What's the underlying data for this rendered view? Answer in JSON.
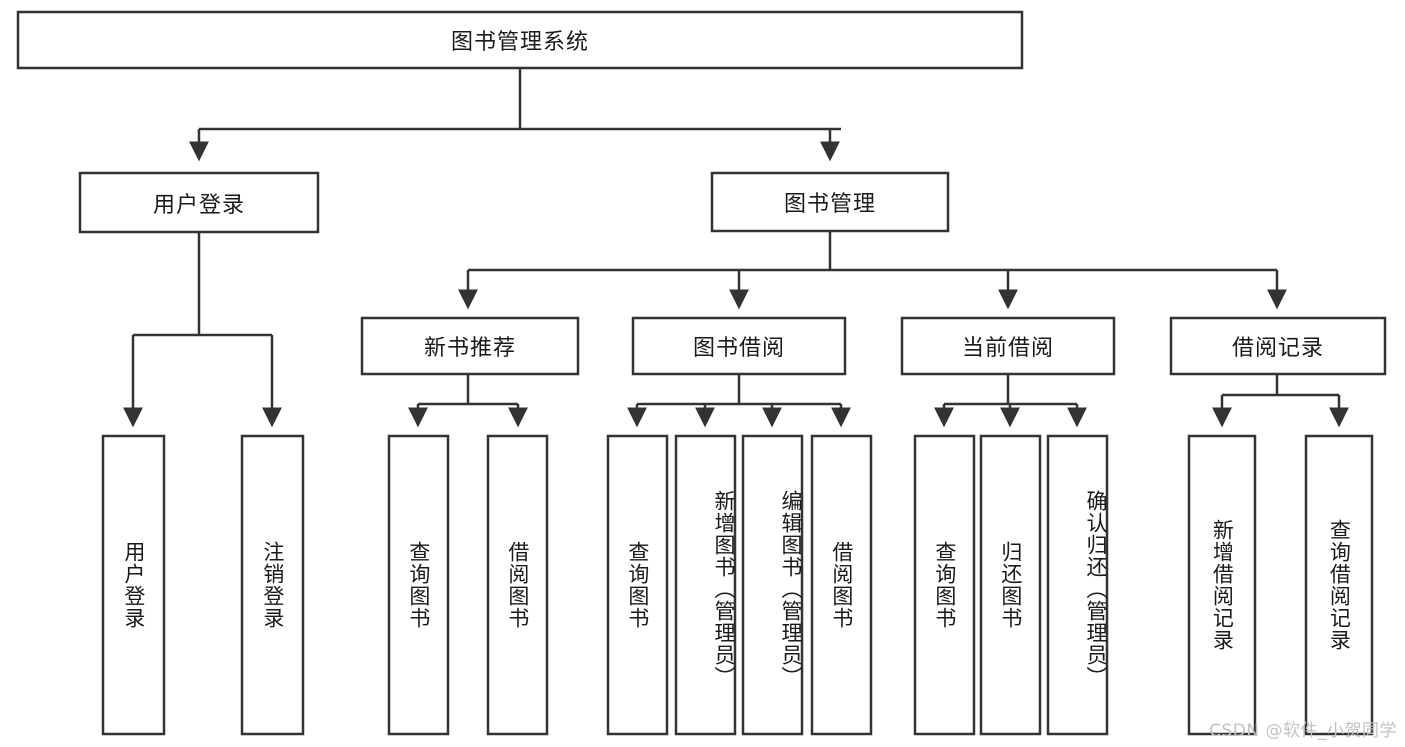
{
  "diagram": {
    "title": "图书管理系统",
    "type": "tree-hierarchy",
    "orientation": "top-down",
    "style": {
      "box_fill": "#ffffff",
      "box_stroke": "#333333",
      "text_color": "#1a1a1a",
      "background": "#ffffff",
      "watermark_color": "#c2c2c2"
    },
    "root": {
      "label": "图书管理系统",
      "level": 0
    },
    "level1": [
      {
        "label": "用户登录",
        "level": 1
      },
      {
        "label": "图书管理",
        "level": 1
      }
    ],
    "level2": [
      {
        "label": "新书推荐",
        "parent": "图书管理"
      },
      {
        "label": "图书借阅",
        "parent": "图书管理"
      },
      {
        "label": "当前借阅",
        "parent": "图书管理"
      },
      {
        "label": "借阅记录",
        "parent": "图书管理"
      }
    ],
    "leaves": {
      "user_login": [
        {
          "label": "用户登录"
        },
        {
          "label": "注销登录"
        }
      ],
      "new_book_recommend": [
        {
          "label": "查询图书"
        },
        {
          "label": "借阅图书"
        }
      ],
      "book_borrow": [
        {
          "label": "查询图书"
        },
        {
          "label": "新增图书（管理员）"
        },
        {
          "label": "编辑图书（管理员）"
        },
        {
          "label": "借阅图书"
        }
      ],
      "current_borrow": [
        {
          "label": "查询图书"
        },
        {
          "label": "归还图书"
        },
        {
          "label": "确认归还（管理员）"
        }
      ],
      "borrow_record": [
        {
          "label": "新增借阅记录"
        },
        {
          "label": "查询借阅记录"
        }
      ]
    }
  },
  "watermark": {
    "text": "CSDN @软件_小贺同学"
  }
}
